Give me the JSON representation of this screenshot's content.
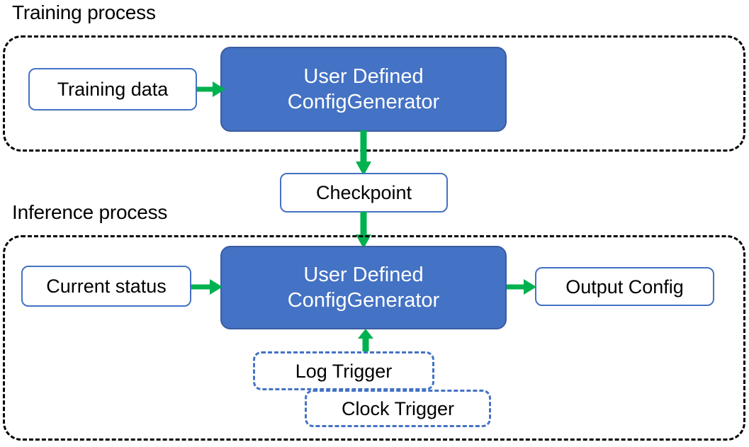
{
  "diagram": {
    "title_training": "Training process",
    "title_inference": "Inference process",
    "colors": {
      "process_fill": "#4472C4",
      "process_stroke": "#3B5DA0",
      "node_stroke": "#4472C4",
      "arrow": "#00B14F",
      "container_stroke": "#000000",
      "text_dark": "#000000",
      "text_light": "#FFFFFF"
    }
  },
  "training": {
    "input": {
      "label": "Training data"
    },
    "generator": {
      "line1": "User Defined",
      "line2": "ConfigGenerator"
    }
  },
  "checkpoint": {
    "label": "Checkpoint"
  },
  "inference": {
    "input": {
      "label": "Current status"
    },
    "generator": {
      "line1": "User Defined",
      "line2": "ConfigGenerator"
    },
    "output": {
      "label": "Output Config"
    },
    "triggers": [
      {
        "label": "Log Trigger"
      },
      {
        "label": "Clock Trigger"
      }
    ]
  },
  "arrows": [
    {
      "name": "training-data-to-generator",
      "direction": "right"
    },
    {
      "name": "training-generator-to-checkpoint",
      "direction": "down"
    },
    {
      "name": "checkpoint-to-inference-generator",
      "direction": "down"
    },
    {
      "name": "current-status-to-generator",
      "direction": "right"
    },
    {
      "name": "generator-to-output-config",
      "direction": "right"
    },
    {
      "name": "triggers-to-generator",
      "direction": "up"
    }
  ]
}
